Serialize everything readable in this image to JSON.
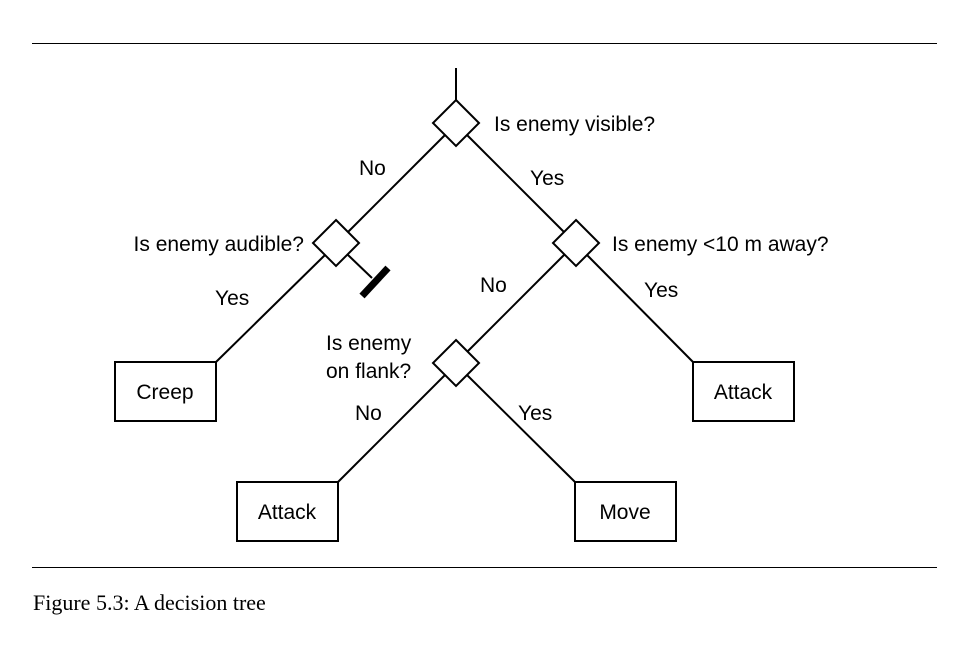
{
  "figure": {
    "caption": "Figure 5.3: A decision tree"
  },
  "tree": {
    "q_visible": "Is enemy visible?",
    "q_audible": "Is enemy audible?",
    "q_near": "Is enemy <10 m away?",
    "q_flank_line1": "Is enemy",
    "q_flank_line2": "on flank?",
    "edge_visible_no": "No",
    "edge_visible_yes": "Yes",
    "edge_audible_yes": "Yes",
    "edge_near_no": "No",
    "edge_near_yes": "Yes",
    "edge_flank_no": "No",
    "edge_flank_yes": "Yes",
    "leaf_creep": "Creep",
    "leaf_attack_near": "Attack",
    "leaf_attack_flank": "Attack",
    "leaf_move": "Move"
  }
}
